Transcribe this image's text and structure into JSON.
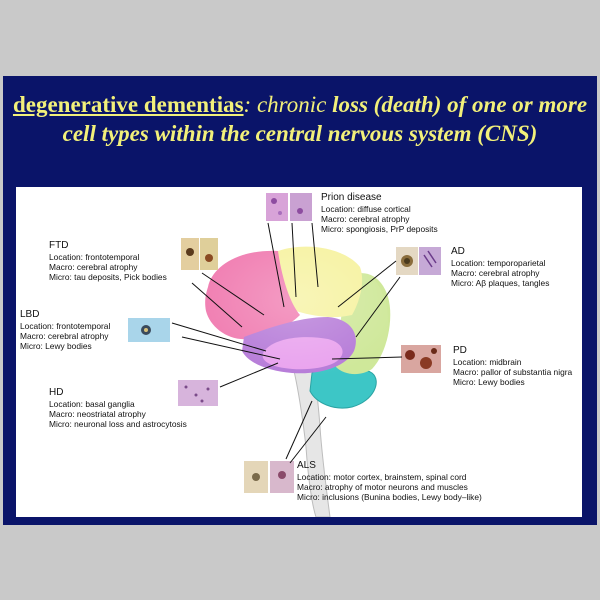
{
  "slide": {
    "title_term": "degenerative dementias",
    "title_colon": ":",
    "title_chronic": "chronic",
    "title_rest": "loss (death) of one or more cell types within the central nervous system (CNS)"
  },
  "diseases": {
    "prion": {
      "name": "Prion disease",
      "lines": [
        "Location: diffuse cortical",
        "Macro: cerebral atrophy",
        "Micro: spongiosis, PrP deposits"
      ]
    },
    "ftd": {
      "name": "FTD",
      "lines": [
        "Location: frontotemporal",
        "Macro: cerebral atrophy",
        "Micro: tau deposits, Pick bodies"
      ]
    },
    "ad": {
      "name": "AD",
      "lines": [
        "Location: temporoparietal",
        "Macro: cerebral atrophy",
        "Micro: Aβ plaques, tangles"
      ]
    },
    "lbd": {
      "name": "LBD",
      "lines": [
        "Location: frontotemporal",
        "Macro: cerebral atrophy",
        "Micro: Lewy bodies"
      ]
    },
    "pd": {
      "name": "PD",
      "lines": [
        "Location: midbrain",
        "Macro: pallor of substantia nigra",
        "Micro: Lewy bodies"
      ]
    },
    "hd": {
      "name": "HD",
      "lines": [
        "Location: basal ganglia",
        "Macro: neostriatal atrophy",
        "Micro: neuronal loss and astrocytosis"
      ]
    },
    "als": {
      "name": "ALS",
      "lines": [
        "Location: motor cortex, brainstem, spinal cord",
        "Macro: atrophy of motor neurons and muscles",
        "Micro: inclusions (Bunina bodies, Lewy body–like)"
      ]
    }
  },
  "colors": {
    "background": "#0a1469",
    "title": "#f2f07a",
    "frontal": "#f07bb0",
    "parietal": "#f6f2a0",
    "temporal_limbic": "#b67bd8",
    "basal_ganglia": "#e9a2ee",
    "occipital": "#cfe89a",
    "cerebellum": "#3dc6c6",
    "brainstem": "#e6e6e6"
  }
}
